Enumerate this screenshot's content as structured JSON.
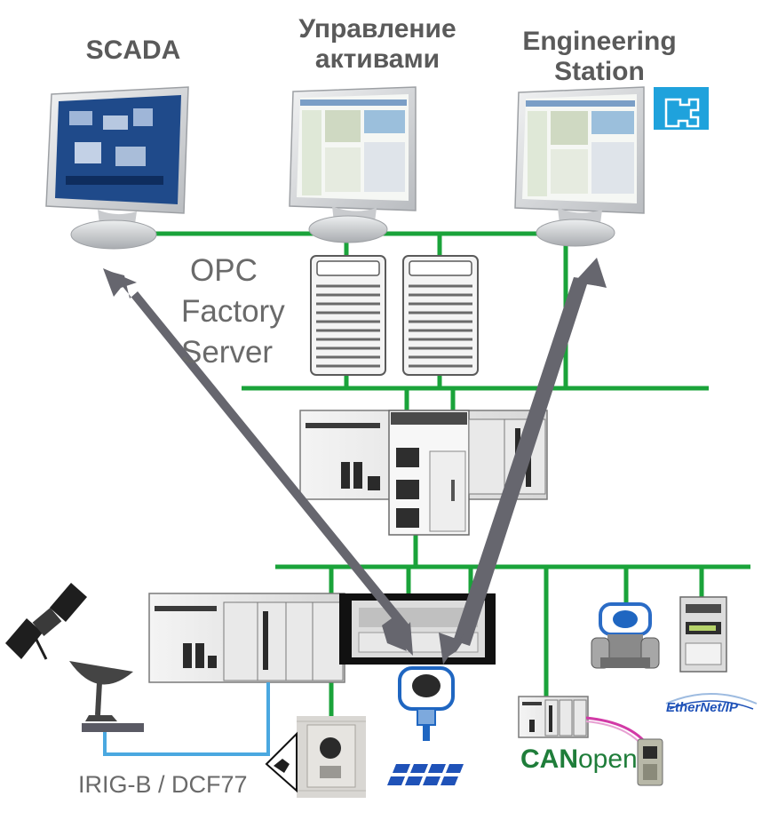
{
  "labels": {
    "scada": "SCADA",
    "asset_line1": "Управление",
    "asset_line2": "активами",
    "eng_line1": "Engineering",
    "eng_line2": "Station",
    "opc_line1": "OPC",
    "opc_line2": "Factory",
    "opc_line3": "Server",
    "irig": "IRIG-B / DCF77",
    "canopen_can": "CAN",
    "canopen_open": "open",
    "ethernetip": "EtherNet/IP"
  },
  "colors": {
    "network": "#1aa33a",
    "arrow": "#66666e",
    "sync_link": "#4aa8e0",
    "can_link": "#d23aa6",
    "label": "#5a5a5a",
    "monitor_frame": "#d8dadc",
    "scada_screen": "#1f4a8a",
    "eng_logo": "#1fa2dc"
  }
}
